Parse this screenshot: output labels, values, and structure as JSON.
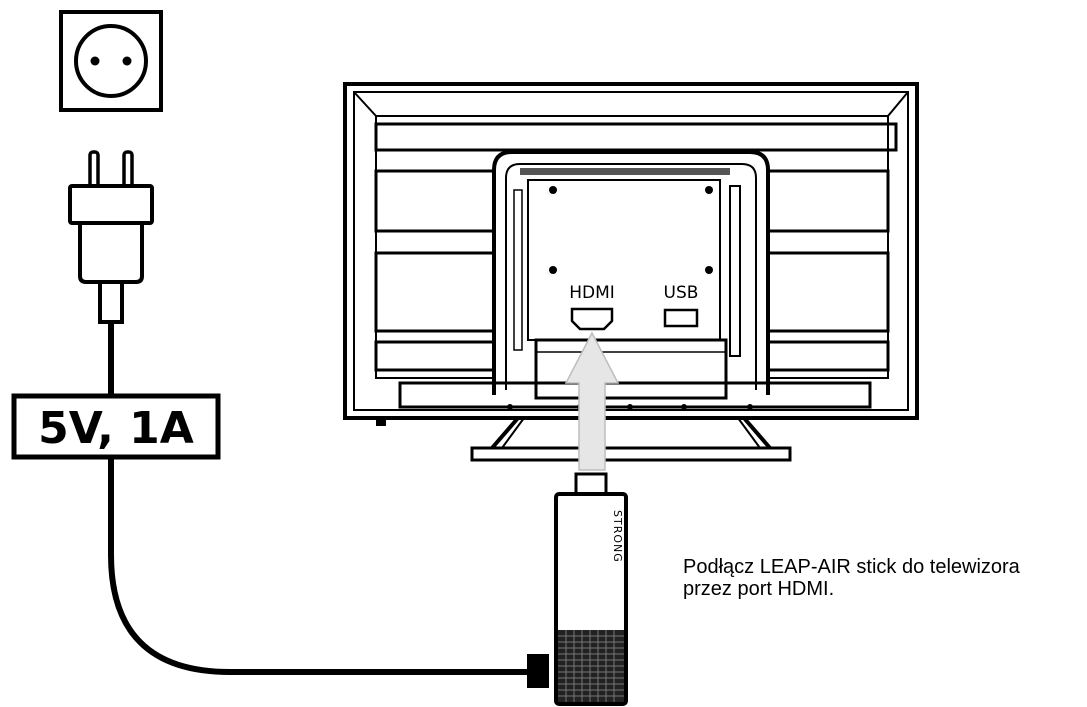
{
  "power_spec": "5V, 1A",
  "tv": {
    "ports": {
      "hdmi_label": "HDMI",
      "usb_label": "USB"
    }
  },
  "stick": {
    "brand": "STRONG"
  },
  "instruction": {
    "line1": "Podłącz LEAP-AIR stick do telewizora",
    "line2": "przez port HDMI."
  },
  "icons": [
    "wall-socket-icon",
    "power-plug-icon",
    "tv-back-icon",
    "hdmi-port-icon",
    "usb-port-icon",
    "insert-arrow-icon",
    "streaming-stick-icon"
  ],
  "colors": {
    "line": "#000000",
    "arrow": "#e6e6e6",
    "background": "#ffffff"
  }
}
